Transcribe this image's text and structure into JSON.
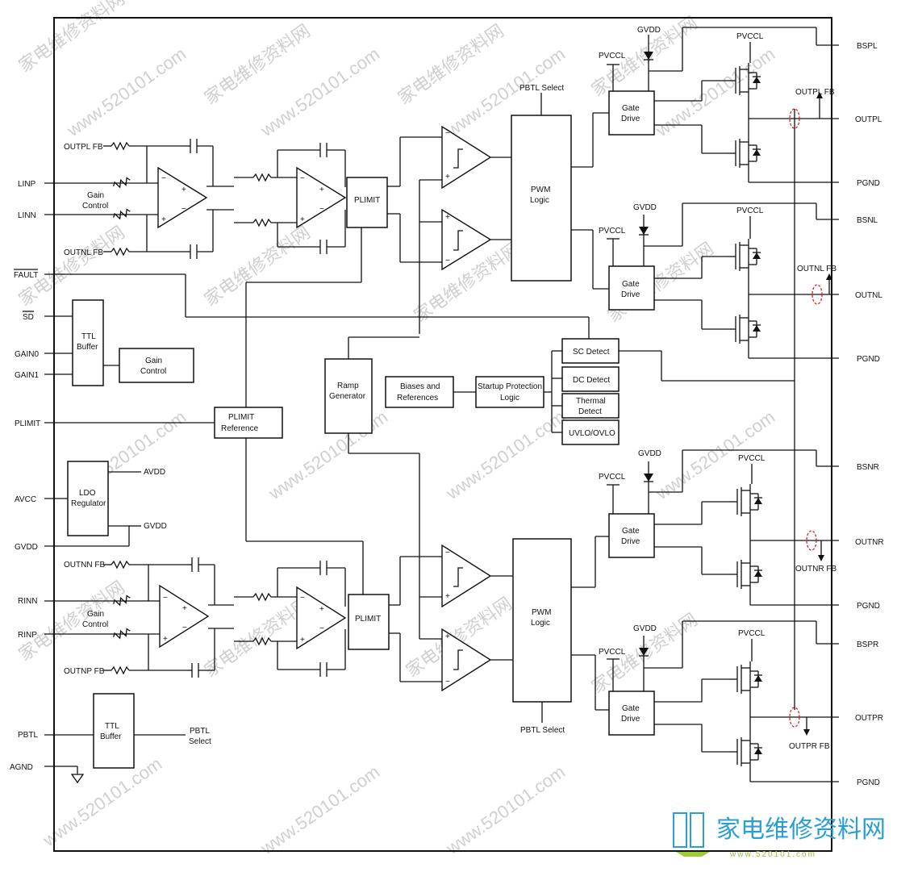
{
  "pins_left": {
    "outpl_fb": "OUTPL FB",
    "linp": "LINP",
    "linn": "LINN",
    "outnl_fb": "OUTNL FB",
    "fault": "FAULT",
    "sd": "SD",
    "gain0": "GAIN0",
    "gain1": "GAIN1",
    "plimit": "PLIMIT",
    "avcc": "AVCC",
    "gvdd": "GVDD",
    "outnn_fb": "OUTNN FB",
    "rinn": "RINN",
    "rinp": "RINP",
    "outnp_fb": "OUTNP FB",
    "pbtl": "PBTL",
    "agnd": "AGND"
  },
  "pins_right": {
    "bspl": "BSPL",
    "outpl": "OUTPL",
    "pgnd1": "PGND",
    "bsnl": "BSNL",
    "outnl": "OUTNL",
    "pgnd2": "PGND",
    "bsnr": "BSNR",
    "outnr": "OUTNR",
    "pgnd3": "PGND",
    "bspr": "BSPR",
    "outpr": "OUTPR",
    "pgnd4": "PGND"
  },
  "blocks": {
    "gain_control": [
      "Gain",
      "Control"
    ],
    "plimit": "PLIMIT",
    "pwm_logic": [
      "PWM",
      "Logic"
    ],
    "pbtl_select": "PBTL Select",
    "gate_drive": [
      "Gate",
      "Drive"
    ],
    "ttl_buffer": [
      "TTL",
      "Buffer"
    ],
    "gain_control_box": [
      "Gain",
      "Control"
    ],
    "plimit_reference": [
      "PLIMIT",
      "Reference"
    ],
    "ramp_generator": [
      "Ramp",
      "Generator"
    ],
    "biases": [
      "Biases and",
      "References"
    ],
    "startup": [
      "Startup Protection",
      "Logic"
    ],
    "sc_detect": "SC Detect",
    "dc_detect": "DC Detect",
    "thermal_detect": [
      "Thermal",
      "Detect"
    ],
    "uvlo": "UVLO/OVLO",
    "ldo": [
      "LDO",
      "Regulator"
    ],
    "avdd": "AVDD",
    "gvdd_out": "GVDD",
    "pbtl_select_out": [
      "PBTL",
      "Select"
    ]
  },
  "supply": {
    "pvccl": "PVCCL",
    "gvdd": "GVDD"
  },
  "fb_labels": {
    "outpl_fb": "OUTPL FB",
    "outnl_fb": "OUTNL FB",
    "outnr_fb": "OUTNR FB",
    "outpr_fb": "OUTPR FB"
  },
  "watermark": {
    "site": "www.520101.com",
    "cn": "家电维修资料网",
    "logo_cn": "家电维修资料网",
    "logo_url": "www.520101.com"
  }
}
